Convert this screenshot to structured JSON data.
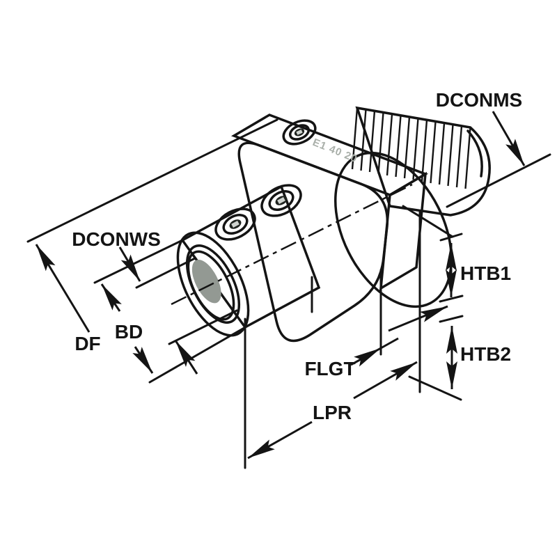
{
  "diagram": {
    "kind": "technical-dimension-drawing",
    "dimension_labels": {
      "dconms": "DCONMS",
      "dconws": "DCONWS",
      "df": "DF",
      "bd": "BD",
      "flgt": "FLGT",
      "lpr": "LPR",
      "htb1": "HTB1",
      "htb2": "HTB2"
    },
    "engraving": "E1 40 20",
    "colors": {
      "outline": "#141414",
      "background": "#ffffff",
      "body_light": "#e0e2e0",
      "body_mid": "#cdd1cd",
      "body_dark": "#b4b8b4",
      "bore": "#9da39d",
      "engraving_color": "#a9afa9"
    }
  }
}
